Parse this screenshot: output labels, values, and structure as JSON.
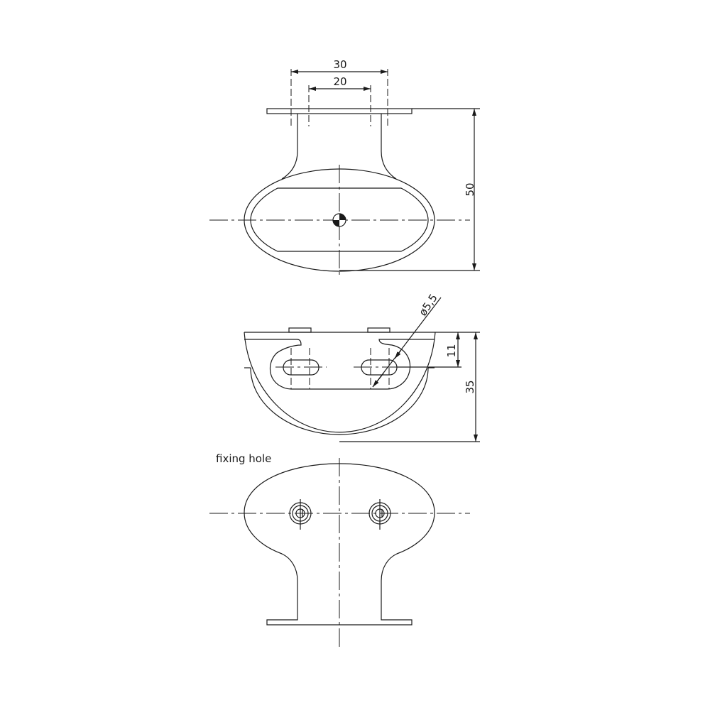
{
  "dimensions": {
    "top_outer_width": "30",
    "top_inner_width": "20",
    "top_height": "50",
    "side_hole_diameter": "ø5,5",
    "side_hole_offset": "11",
    "side_height": "35"
  },
  "labels": {
    "fixing_hole": "fixing hole"
  },
  "colors": {
    "line": "#1a1a1a",
    "background": "#ffffff"
  }
}
